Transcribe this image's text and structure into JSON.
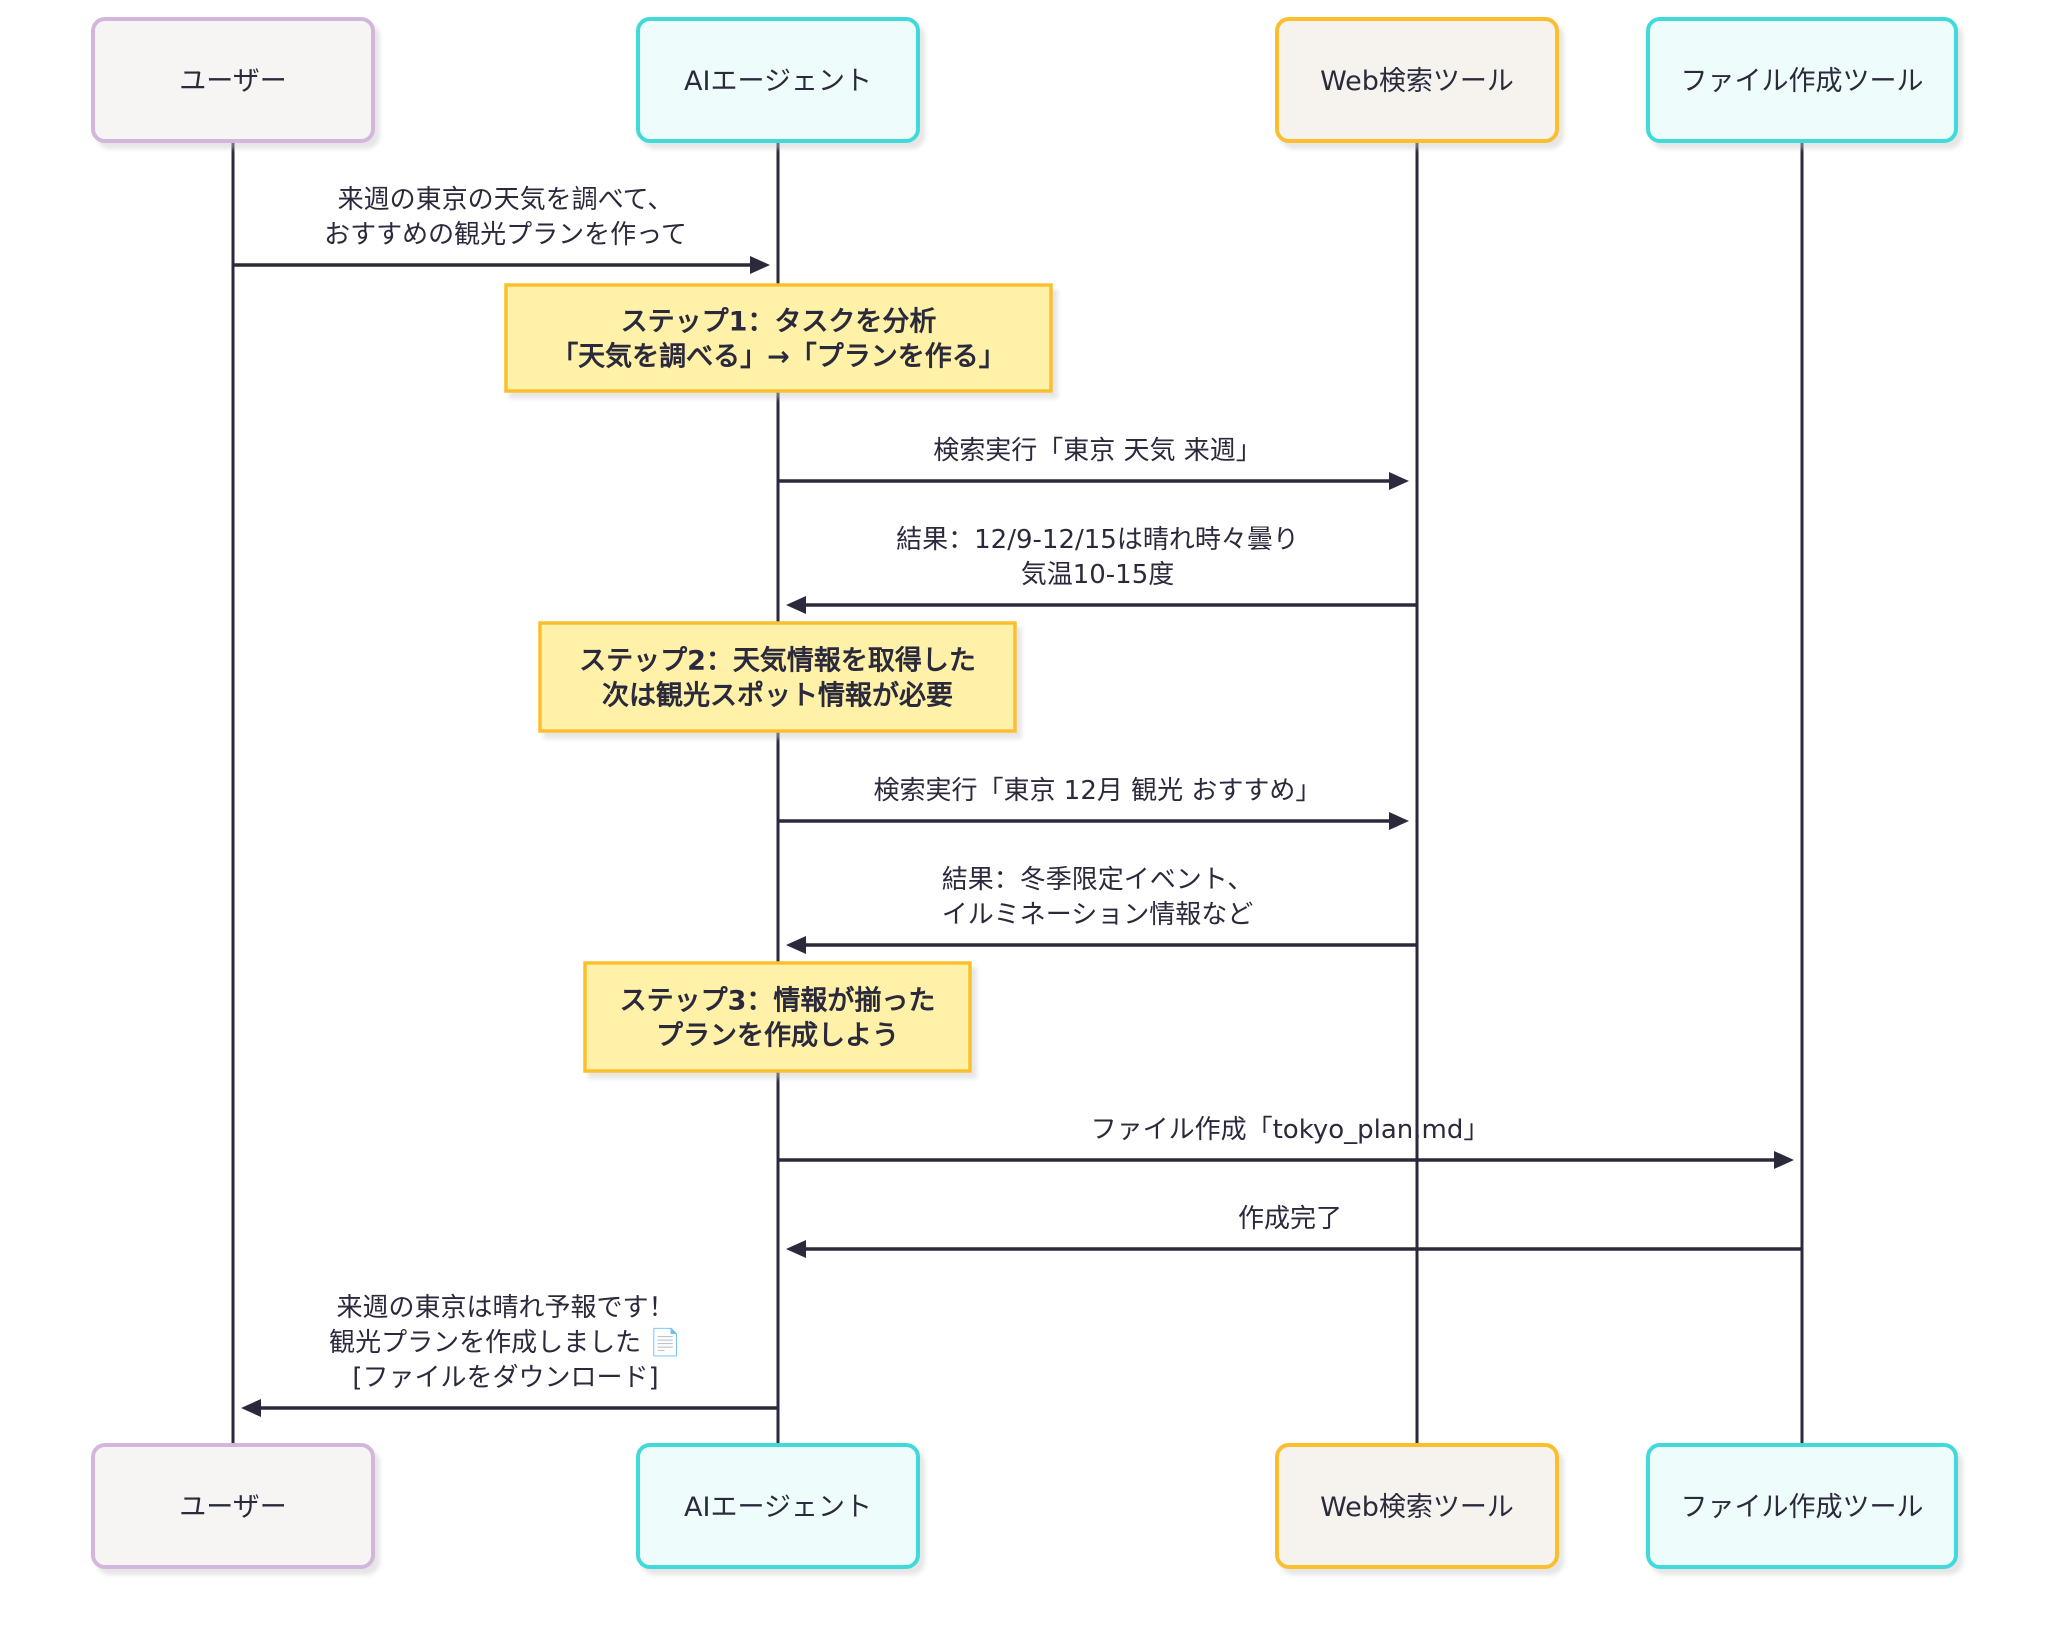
{
  "diagram": {
    "type": "sequence",
    "participants": [
      {
        "id": "user",
        "label": "ユーザー",
        "fill": "#f7f5f4",
        "border": "#d4b6dc"
      },
      {
        "id": "agent",
        "label": "AIエージェント",
        "fill": "#eefcfb",
        "border": "#40dadb"
      },
      {
        "id": "web",
        "label": "Web検索ツール",
        "fill": "#f6f3ef",
        "border": "#fbbf2e"
      },
      {
        "id": "file",
        "label": "ファイル作成ツール",
        "fill": "#eefcfb",
        "border": "#40dadb"
      }
    ],
    "steps": [
      {
        "kind": "message",
        "from": "user",
        "to": "agent",
        "lines": [
          "来週の東京の天気を調べて、",
          "おすすめの観光プランを作って"
        ]
      },
      {
        "kind": "note",
        "over": "agent",
        "lines": [
          "ステップ1：タスクを分析",
          "「天気を調べる」→「プランを作る」"
        ]
      },
      {
        "kind": "message",
        "from": "agent",
        "to": "web",
        "lines": [
          "検索実行「東京 天気 来週」"
        ]
      },
      {
        "kind": "message",
        "from": "web",
        "to": "agent",
        "lines": [
          "結果：12/9-12/15は晴れ時々曇り",
          "気温10-15度"
        ]
      },
      {
        "kind": "note",
        "over": "agent",
        "lines": [
          "ステップ2：天気情報を取得した",
          "次は観光スポット情報が必要"
        ]
      },
      {
        "kind": "message",
        "from": "agent",
        "to": "web",
        "lines": [
          "検索実行「東京 12月 観光 おすすめ」"
        ]
      },
      {
        "kind": "message",
        "from": "web",
        "to": "agent",
        "lines": [
          "結果：冬季限定イベント、",
          "イルミネーション情報など"
        ]
      },
      {
        "kind": "note",
        "over": "agent",
        "lines": [
          "ステップ3：情報が揃った",
          "プランを作成しよう"
        ]
      },
      {
        "kind": "message",
        "from": "agent",
        "to": "file",
        "lines": [
          "ファイル作成「tokyo_plan.md」"
        ]
      },
      {
        "kind": "message",
        "from": "file",
        "to": "agent",
        "lines": [
          "作成完了"
        ]
      },
      {
        "kind": "message",
        "from": "agent",
        "to": "user",
        "lines": [
          "来週の東京は晴れ予報です！",
          "観光プランを作成しました 📄",
          "[ファイルをダウンロード]"
        ],
        "icon": "document-icon"
      }
    ],
    "note_style": {
      "fill": "#fff2a8",
      "border": "#fbbf2e"
    },
    "line_color": "#2b2a3c"
  }
}
